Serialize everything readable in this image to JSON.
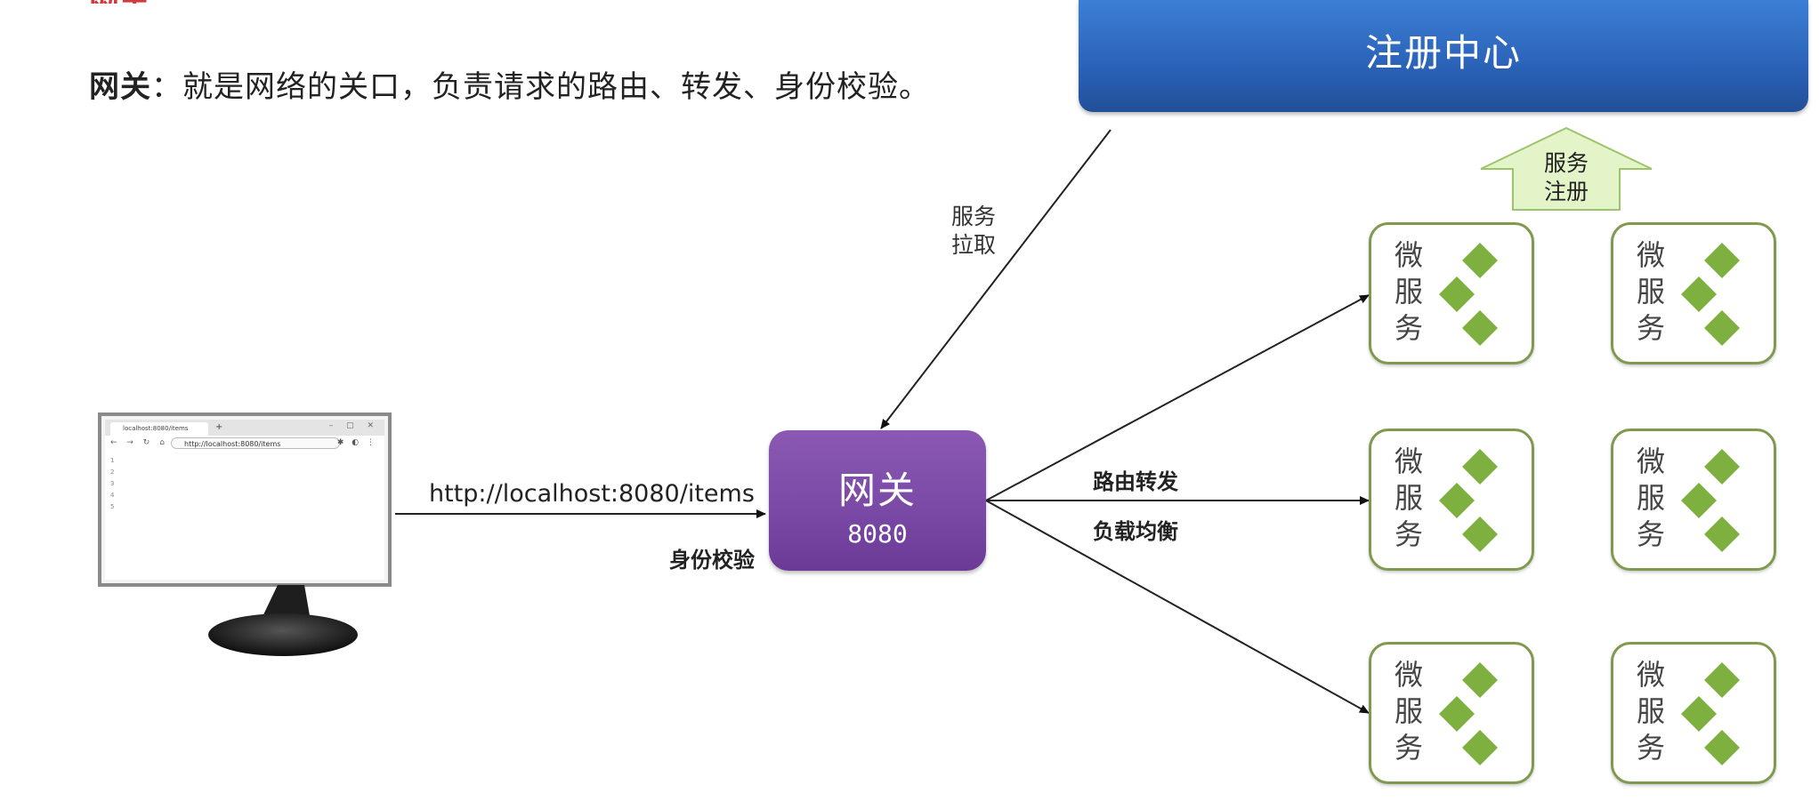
{
  "intro": {
    "title": "网关",
    "colon": "：",
    "text": "就是网络的关口，负责请求的路由、转发、身份校验。"
  },
  "registry": {
    "label": "注册中心"
  },
  "service_register": {
    "line1": "服务",
    "line2": "注册"
  },
  "service_pull": {
    "line1": "服务",
    "line2": "拉取"
  },
  "gateway": {
    "name": "网关",
    "port": "8080"
  },
  "client": {
    "url_label": "http://localhost:8080/items",
    "auth_label": "身份校验",
    "browser": {
      "tab_title": "localhost:8080/items",
      "address": "http://localhost:8080/items",
      "line_numbers": [
        "1",
        "2",
        "3",
        "4",
        "5"
      ]
    }
  },
  "routing": {
    "forward_label": "路由转发",
    "balance_label": "负载均衡"
  },
  "microservices": [
    {
      "label": [
        "微",
        "服",
        "务"
      ]
    },
    {
      "label": [
        "微",
        "服",
        "务"
      ]
    },
    {
      "label": [
        "微",
        "服",
        "务"
      ]
    },
    {
      "label": [
        "微",
        "服",
        "务"
      ]
    },
    {
      "label": [
        "微",
        "服",
        "务"
      ]
    },
    {
      "label": [
        "微",
        "服",
        "务"
      ]
    }
  ],
  "colors": {
    "registry": "#2a62b7",
    "gateway": "#7a4aa6",
    "microservice_border": "#7f9a4e",
    "diamond": "#7eb040",
    "register_arrow": "#e3f4c9"
  }
}
